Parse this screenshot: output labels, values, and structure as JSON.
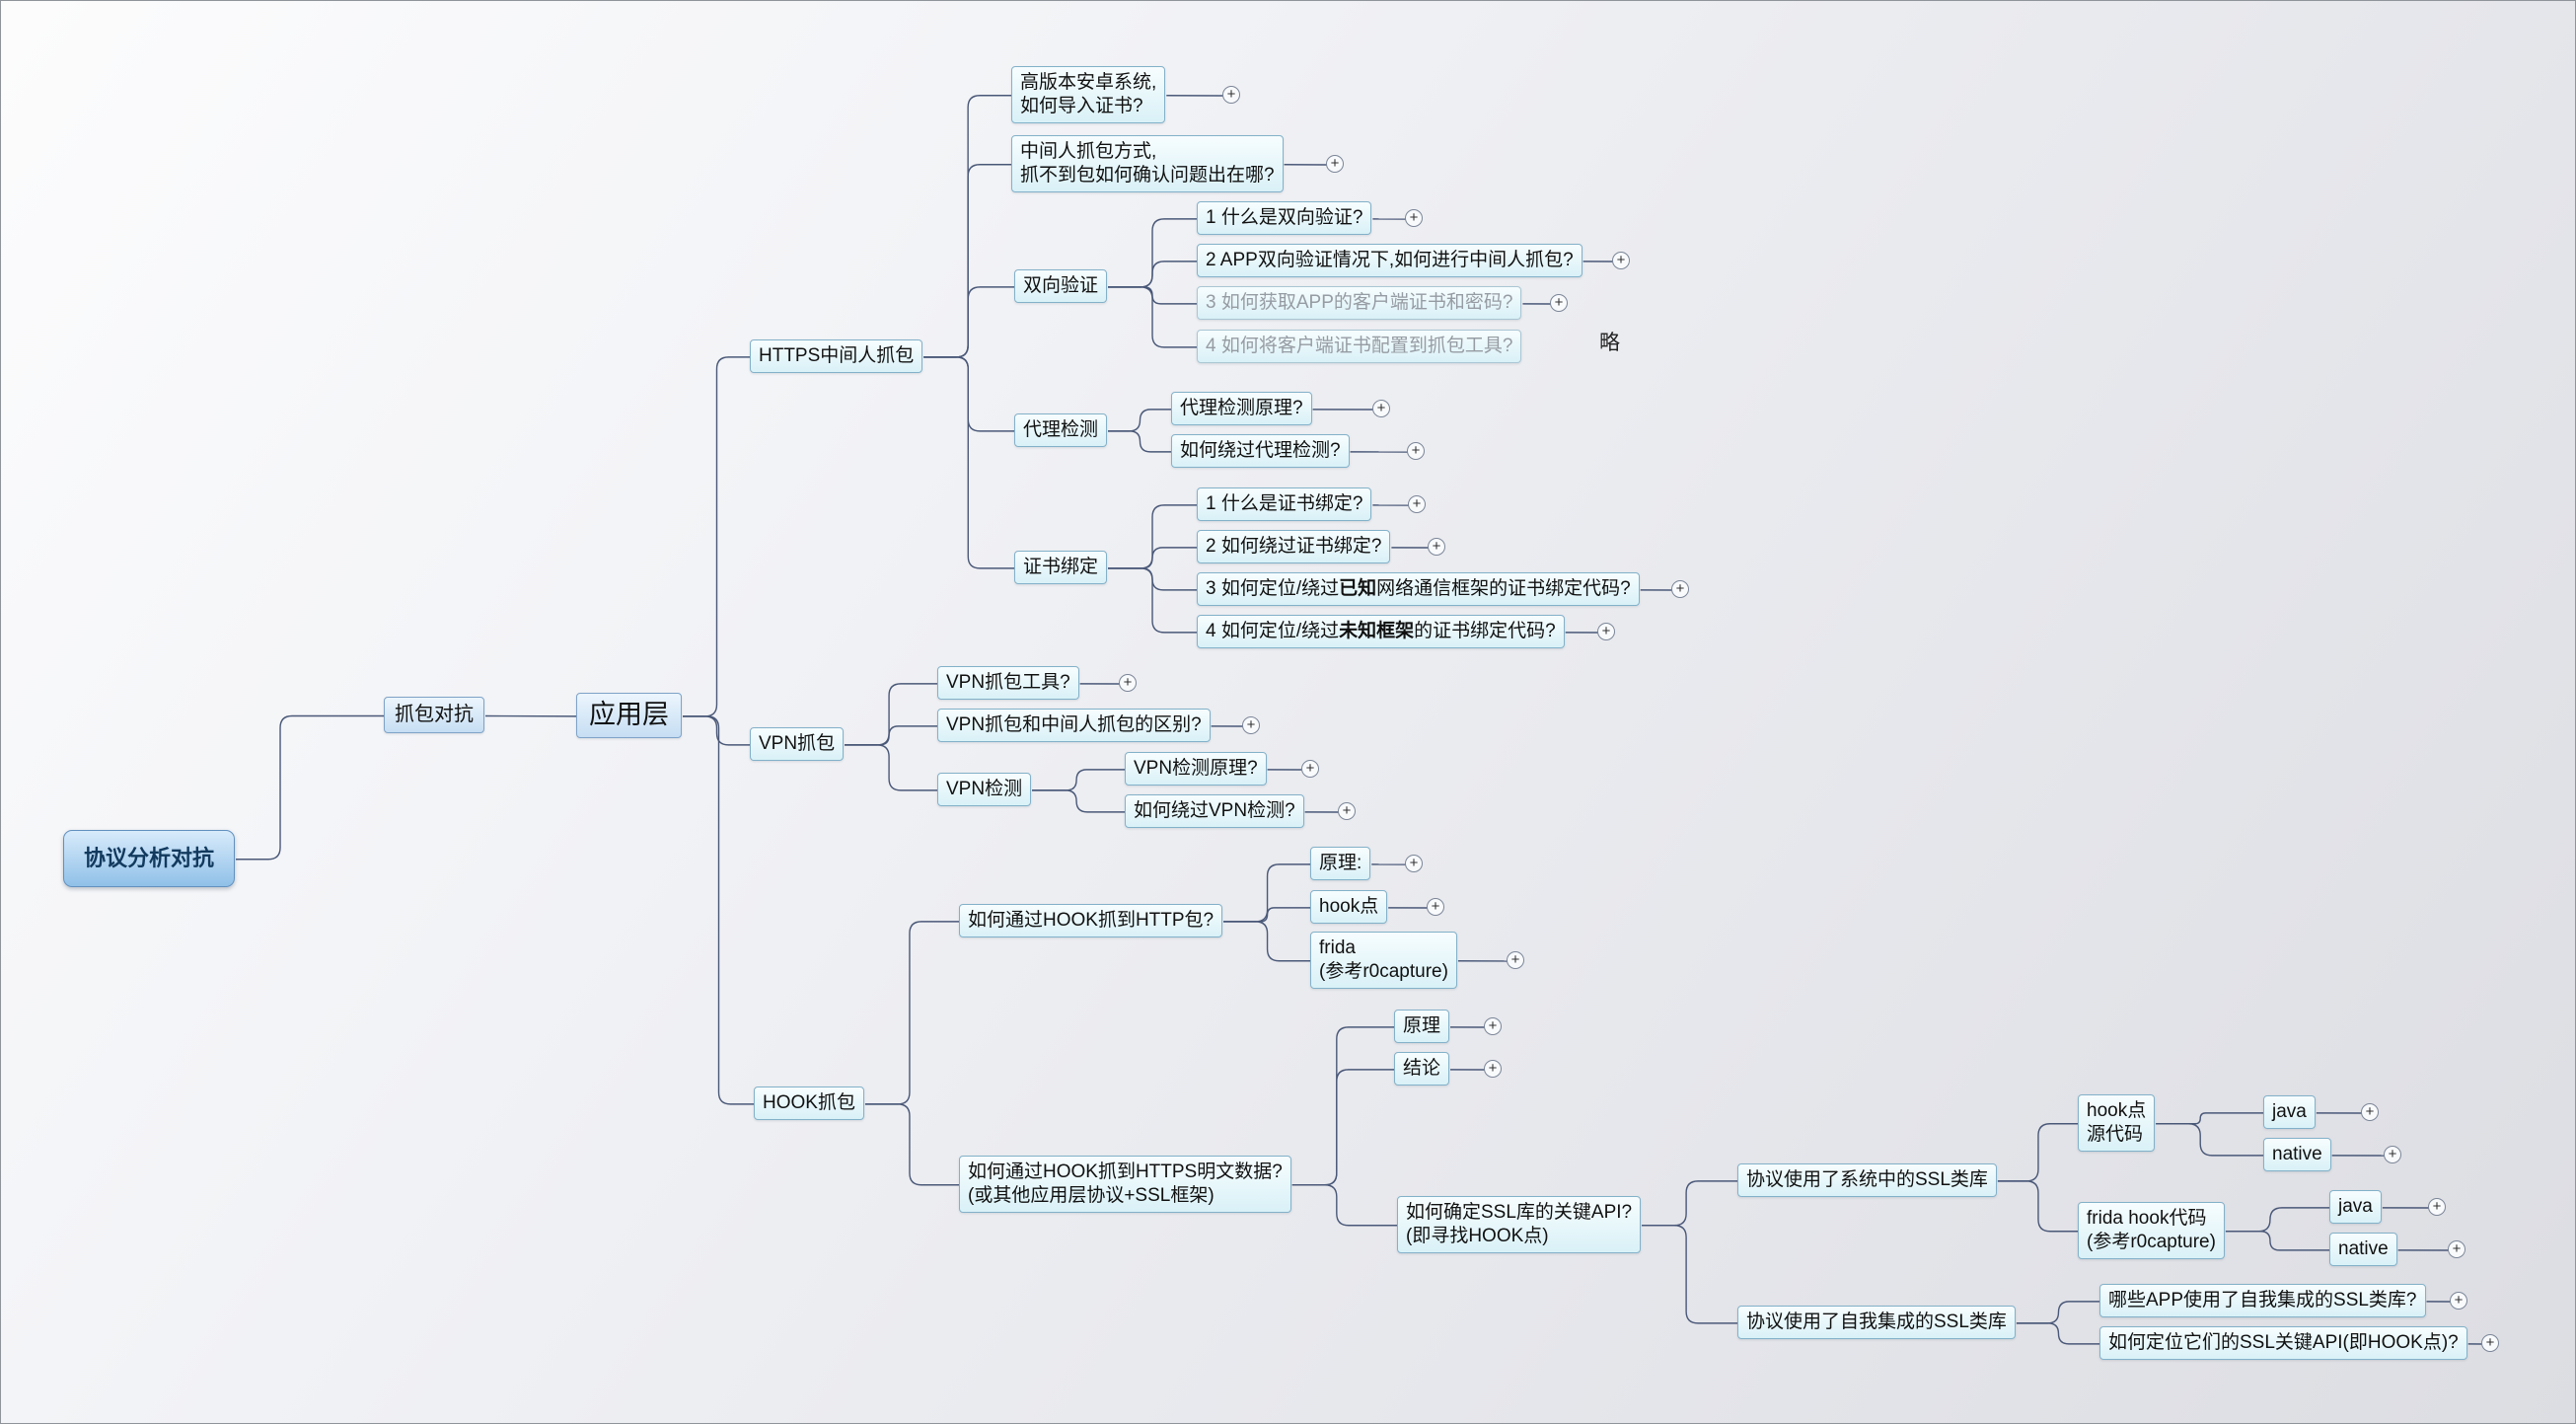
{
  "palette": {
    "background": "#ebecf0",
    "node_fill": "#e2f4f9",
    "node_border": "#83b1c9",
    "branch_fill": "#c6def3",
    "root_fill": "#90c0e8",
    "root_text": "#123a5e",
    "connector": "#4a5878",
    "dim_text": "#969ca3"
  },
  "ui": {
    "plus": "+"
  },
  "annotations": {
    "lue": "略"
  },
  "nodes": {
    "root": {
      "label": "协议分析对抗"
    },
    "capture": {
      "label": "抓包对抗"
    },
    "applayer": {
      "label": "应用层"
    },
    "https_mitm": {
      "label": "HTTPS中间人抓包"
    },
    "import_cert": {
      "label": "高版本安卓系统,\n如何导入证书?"
    },
    "mitm_issue": {
      "label": "中间人抓包方式,\n抓不到包如何确认问题出在哪?"
    },
    "mutual_auth": {
      "label": "双向验证"
    },
    "q1_mutual": {
      "label": "1 什么是双向验证?"
    },
    "q2_app_mitm": {
      "label": "2 APP双向验证情况下,如何进行中间人抓包?"
    },
    "q3_client_cert": {
      "label": "3 如何获取APP的客户端证书和密码?"
    },
    "q4_cert_config": {
      "label": "4 如何将客户端证书配置到抓包工具?"
    },
    "proxy_detect": {
      "label": "代理检测"
    },
    "proxy_principle": {
      "label": "代理检测原理?"
    },
    "proxy_bypass": {
      "label": "如何绕过代理检测?"
    },
    "cert_pinning": {
      "label": "证书绑定"
    },
    "q1_pinning": {
      "label": "1 什么是证书绑定?"
    },
    "q2_bypass_pinning": {
      "label": "2 如何绕过证书绑定?"
    },
    "q3_known": {
      "pre": "3 如何定位/绕过",
      "bold": "已知",
      "post": "网络通信框架的证书绑定代码?"
    },
    "q4_unknown": {
      "pre": "4 如何定位/绕过",
      "bold": "未知框架",
      "post": "的证书绑定代码?"
    },
    "vpn_capture": {
      "label": "VPN抓包"
    },
    "vpn_tools": {
      "label": "VPN抓包工具?"
    },
    "vpn_diff": {
      "label": "VPN抓包和中间人抓包的区别?"
    },
    "vpn_detect": {
      "label": "VPN检测"
    },
    "vpn_principle": {
      "label": "VPN检测原理?"
    },
    "vpn_bypass": {
      "label": "如何绕过VPN检测?"
    },
    "hook_capture": {
      "label": "HOOK抓包"
    },
    "hook_http": {
      "label": "如何通过HOOK抓到HTTP包?"
    },
    "http_principle": {
      "label": "原理:"
    },
    "http_hookpoint": {
      "label": "hook点"
    },
    "http_frida": {
      "label": "frida\n(参考r0capture)"
    },
    "hook_https": {
      "label": "如何通过HOOK抓到HTTPS明文数据?\n(或其他应用层协议+SSL框架)"
    },
    "https_principle": {
      "label": "原理"
    },
    "https_conclusion": {
      "label": "结论"
    },
    "ssl_api": {
      "label": "如何确定SSL库的关键API?\n(即寻找HOOK点)"
    },
    "sys_ssl": {
      "label": "协议使用了系统中的SSL类库"
    },
    "hookpoint_src": {
      "label": "hook点\n源代码"
    },
    "java1": {
      "label": "java"
    },
    "native1": {
      "label": "native"
    },
    "frida_code": {
      "label": "frida hook代码\n(参考r0capture)"
    },
    "java2": {
      "label": "java"
    },
    "native2": {
      "label": "native"
    },
    "self_ssl": {
      "label": "协议使用了自我集成的SSL类库"
    },
    "which_apps": {
      "label": "哪些APP使用了自我集成的SSL类库?"
    },
    "locate_api": {
      "label": "如何定位它们的SSL关键API(即HOOK点)?"
    }
  }
}
